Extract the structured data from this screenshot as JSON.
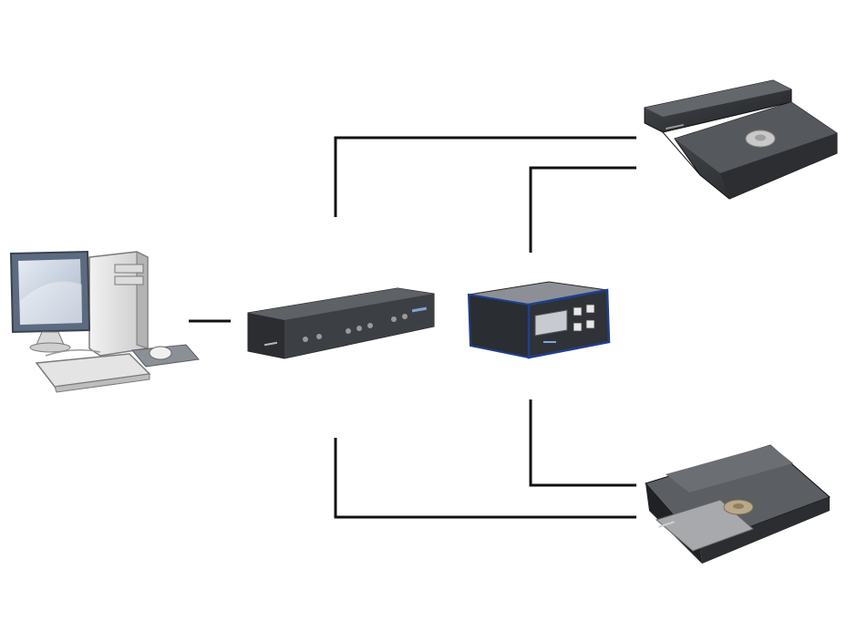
{
  "diagram": {
    "nodes": [
      {
        "id": "computer",
        "icon": "desktop-computer-icon"
      },
      {
        "id": "controller",
        "icon": "motion-controller-icon"
      },
      {
        "id": "piezo-controller",
        "icon": "piezo-controller-box-icon"
      },
      {
        "id": "stage-top",
        "icon": "xy-stage-icon"
      },
      {
        "id": "stage-bottom",
        "icon": "xy-stage-icon"
      }
    ],
    "connections": [
      {
        "from": "computer",
        "to": "controller"
      },
      {
        "from": "controller",
        "to": "stage-top"
      },
      {
        "from": "controller",
        "to": "stage-bottom"
      },
      {
        "from": "piezo-controller",
        "to": "stage-top"
      },
      {
        "from": "piezo-controller",
        "to": "stage-bottom"
      }
    ],
    "colors": {
      "wire": "#111111",
      "device_body": "#3a3c3f",
      "piezo_trim": "#1f3f8f",
      "monitor_screen": "#bcc6d6"
    }
  }
}
